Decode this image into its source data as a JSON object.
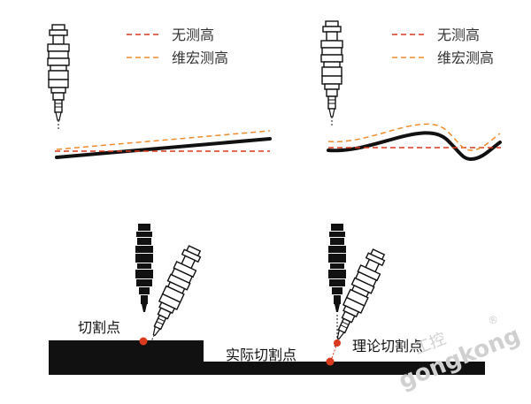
{
  "colors": {
    "no_height_line": "#d9391c",
    "height_line": "#ef8a2a",
    "workpiece": "#111111",
    "cut_point": "#d9391c",
    "nozzle_dark": "#111111",
    "nozzle_light_stroke": "#111111",
    "watermark": "#cfcfcf"
  },
  "top_left": {
    "legend": [
      {
        "label": "无测高",
        "style": "no_height_line"
      },
      {
        "label": "维宏测高",
        "style": "height_line"
      }
    ]
  },
  "top_right": {
    "legend": [
      {
        "label": "无测高",
        "style": "no_height_line"
      },
      {
        "label": "维宏测高",
        "style": "height_line"
      }
    ]
  },
  "bottom_left": {
    "label": "切割点"
  },
  "bottom_right": {
    "actual_label": "实际切割点",
    "theory_label": "理论切割点"
  },
  "watermark": {
    "cn": "工控",
    "en": "gongkong",
    "mark": "®"
  }
}
